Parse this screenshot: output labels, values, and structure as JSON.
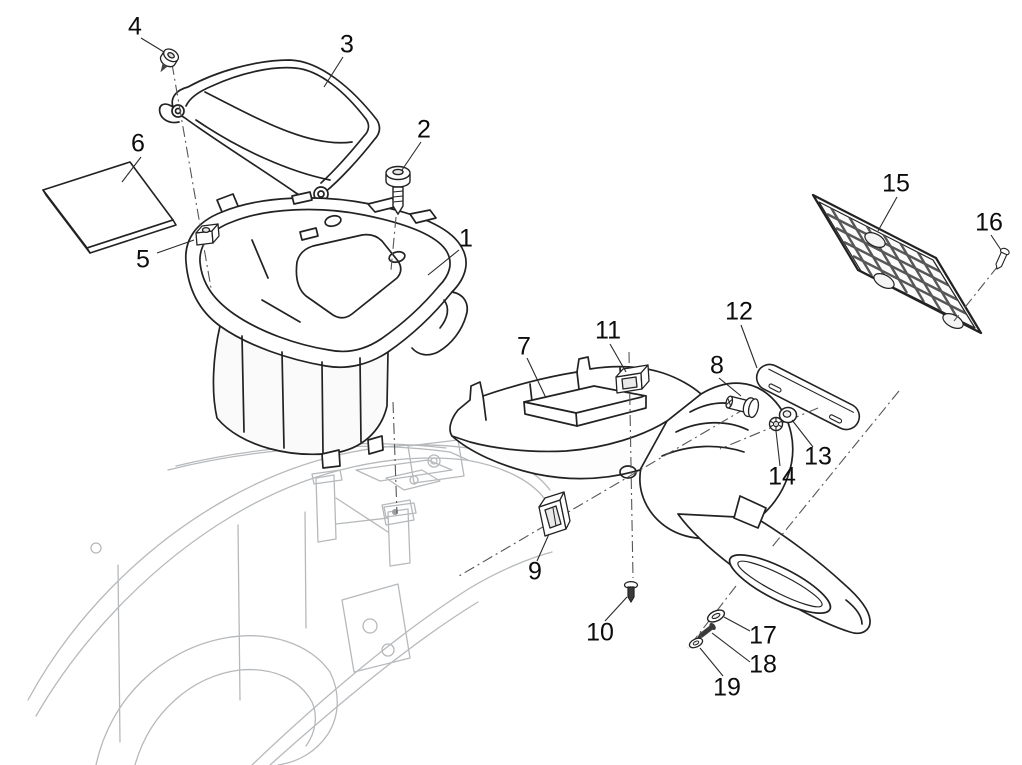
{
  "colors": {
    "background": "#ffffff",
    "part_line": "#222222",
    "reference_line": "#b6b9bc",
    "centerline": "#555555",
    "label_text": "#0c0c0c"
  },
  "diagram": {
    "callouts": [
      {
        "label": "1"
      },
      {
        "label": "2"
      },
      {
        "label": "3"
      },
      {
        "label": "4"
      },
      {
        "label": "5"
      },
      {
        "label": "6"
      },
      {
        "label": "7"
      },
      {
        "label": "8"
      },
      {
        "label": "9"
      },
      {
        "label": "10"
      },
      {
        "label": "11"
      },
      {
        "label": "12"
      },
      {
        "label": "13"
      },
      {
        "label": "14"
      },
      {
        "label": "15"
      },
      {
        "label": "16"
      },
      {
        "label": "17"
      },
      {
        "label": "18"
      },
      {
        "label": "19"
      }
    ]
  }
}
